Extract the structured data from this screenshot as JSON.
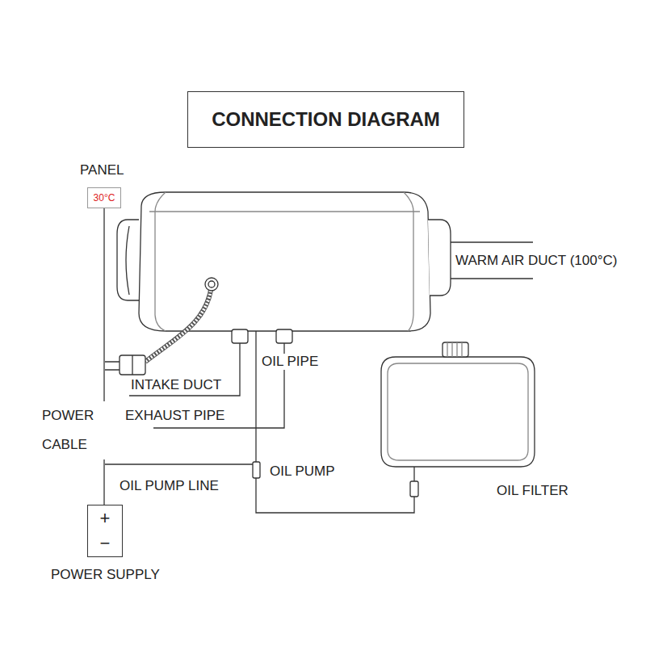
{
  "diagram": {
    "title": "CONNECTION DIAGRAM",
    "nodes": [
      {
        "text": [
          "PANEL",
          "30°C"
        ]
      },
      {
        "text": [
          "+",
          "−",
          "POWER SUPPLY"
        ]
      }
    ],
    "edges": [
      {
        "from": 0,
        "to": 1,
        "arrow": "none"
      }
    ],
    "labels": [
      "WARM AIR DUCT (100°C)",
      "OIL PIPE",
      "INTAKE DUCT",
      "EXHAUST PIPE",
      "POWER CABLE",
      "OIL PUMP",
      "OIL PUMP LINE",
      "OIL FILTER"
    ]
  }
}
